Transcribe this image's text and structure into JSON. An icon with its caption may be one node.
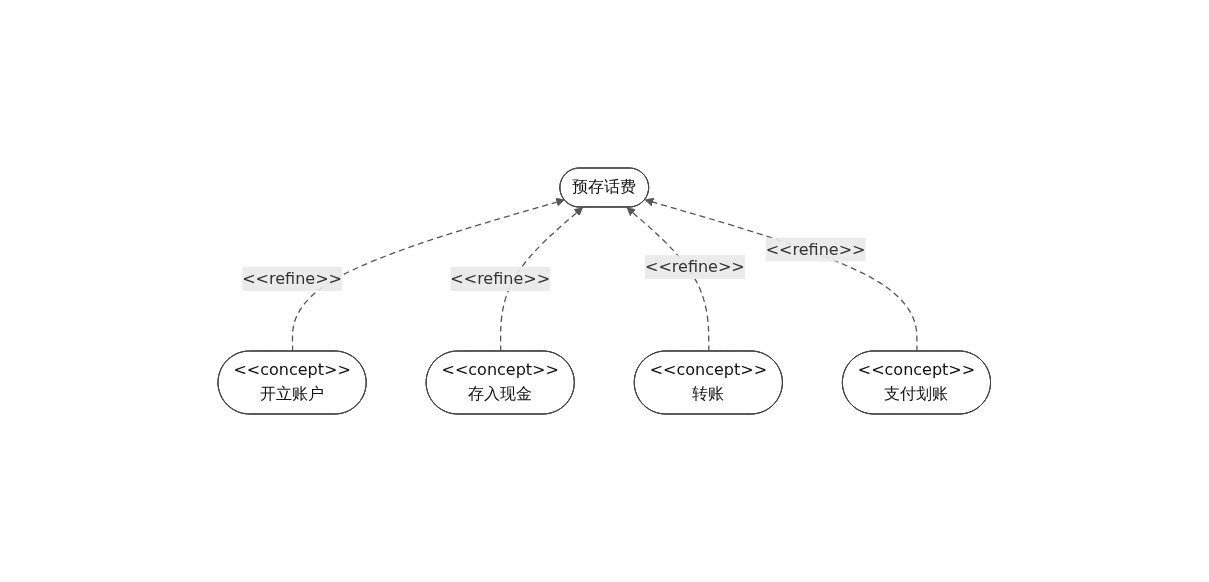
{
  "diagram": {
    "nodes": [
      {
        "text": [
          "预存话费"
        ]
      },
      {
        "text": [
          "<<concept>>",
          "开立账户"
        ]
      },
      {
        "text": [
          "<<concept>>",
          "存入现金"
        ]
      },
      {
        "text": [
          "<<concept>>",
          "转账"
        ]
      },
      {
        "text": [
          "<<concept>>",
          "支付划账"
        ]
      }
    ],
    "edges": [
      {
        "from": 1,
        "to": 0,
        "arrow": "to",
        "style": "dashed",
        "label": "<<refine>>"
      },
      {
        "from": 2,
        "to": 0,
        "arrow": "to",
        "style": "dashed",
        "label": "<<refine>>"
      },
      {
        "from": 3,
        "to": 0,
        "arrow": "to",
        "style": "dashed",
        "label": "<<refine>>"
      },
      {
        "from": 4,
        "to": 0,
        "arrow": "to",
        "style": "dashed",
        "label": "<<refine>>"
      }
    ]
  }
}
